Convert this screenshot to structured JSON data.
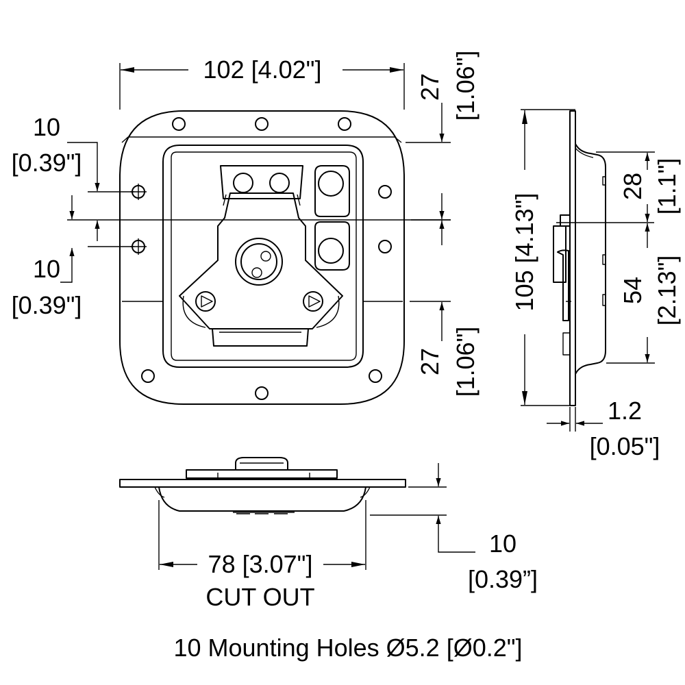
{
  "drawing": {
    "top_view": {
      "width_label": "102 [4.02\"]",
      "top_offset_mm": "27",
      "top_offset_in": "[1.06\"]",
      "bottom_offset_mm": "27",
      "bottom_offset_in": "[1.06\"]",
      "hole_spacing_top_mm": "10",
      "hole_spacing_top_in": "[0.39\"]",
      "hole_spacing_bottom_mm": "10",
      "hole_spacing_bottom_in": "[0.39\"]"
    },
    "side_view": {
      "height_label": "105 [4.13\"]",
      "upper_depth_mm": "28",
      "upper_depth_in": "[1.1\"]",
      "lower_depth_mm": "54",
      "lower_depth_in": "[2.13\"]",
      "thickness_mm": "1.2",
      "thickness_in": "[0.05\"]"
    },
    "front_view": {
      "cutout_label": "78 [3.07\"]",
      "cutout_caption": "CUT OUT",
      "depth_mm": "10",
      "depth_in": "[0.39”]"
    },
    "note": "10 Mounting Holes Ø5.2 [Ø0.2\"]"
  }
}
